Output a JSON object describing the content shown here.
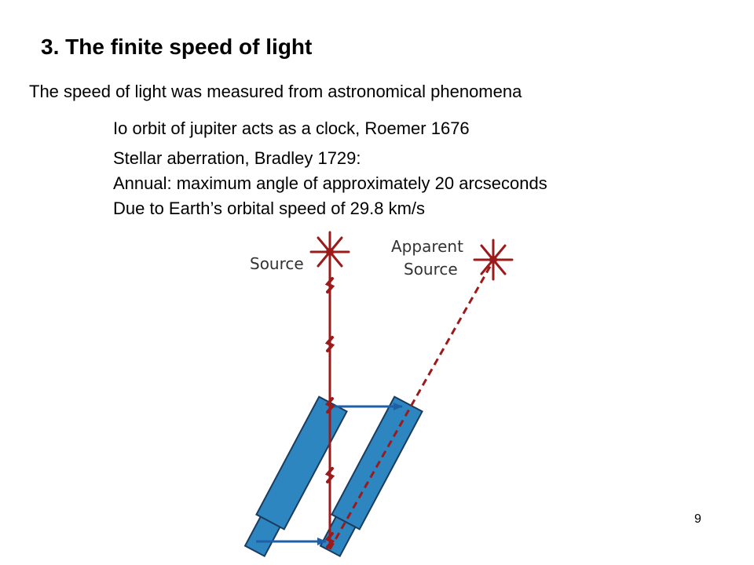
{
  "slide": {
    "title": "3.  The finite speed of light",
    "intro": "The speed of light was measured from astronomical phenomena",
    "points": [
      "Io orbit of jupiter acts as a clock, Roemer 1676",
      "Stellar aberration, Bradley 1729:",
      "Annual: maximum angle of approximately 20 arcseconds",
      "Due to Earth’s orbital speed of 29.8 km/s"
    ],
    "page_number": "9"
  },
  "diagram": {
    "source_label": "Source",
    "apparent_source_label_line1": "Apparent",
    "apparent_source_label_line2": "Source",
    "colors": {
      "light_ray": "#9c1a1a",
      "telescope_fill": "#2e86c1",
      "telescope_stroke": "#1a3c5e",
      "motion_arrow": "#1f5fa8",
      "label_text": "#333333"
    }
  }
}
